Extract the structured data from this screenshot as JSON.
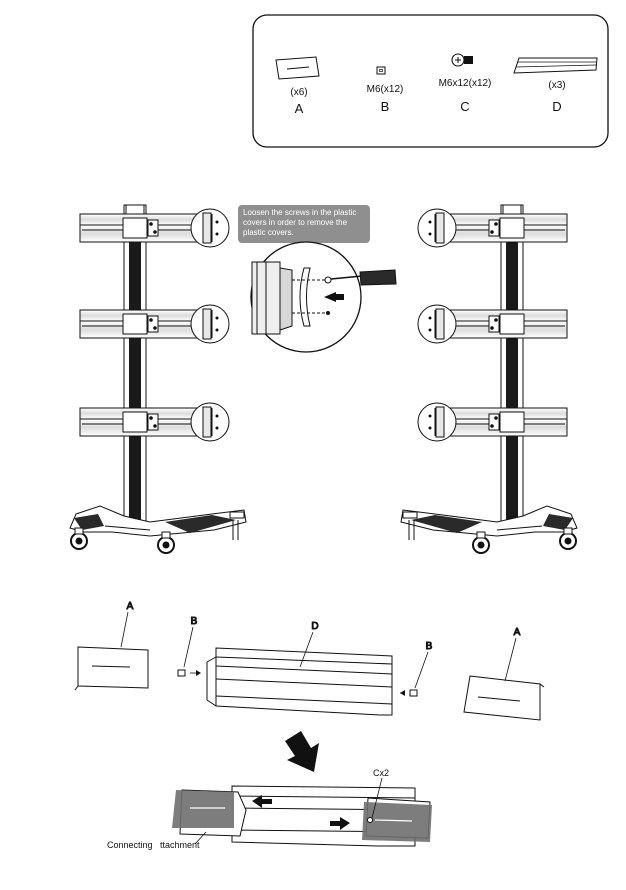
{
  "parts": [
    {
      "qty": "(x6)",
      "spec": "",
      "letter": "A"
    },
    {
      "qty": "",
      "spec": "M6(x12)",
      "letter": "B"
    },
    {
      "qty": "",
      "spec": "M6x12(x12)",
      "letter": "C"
    },
    {
      "qty": "(x3)",
      "spec": "",
      "letter": "D"
    }
  ],
  "instruction_lines": [
    "Loosen the screws in the plastic",
    "covers in order to remove the",
    "plastic covers."
  ],
  "callouts": {
    "a_left": "A",
    "b_left": "B",
    "d_center": "D",
    "b_right": "B",
    "a_right": "A"
  },
  "detail": {
    "screw_label": "Cx2",
    "connecting_label": "Connecting   ttachment"
  },
  "colors": {
    "line": "#111111",
    "note_bg": "#8f8f8f",
    "overlay": "#6f6f6f",
    "pole": "#1a1a1a"
  }
}
